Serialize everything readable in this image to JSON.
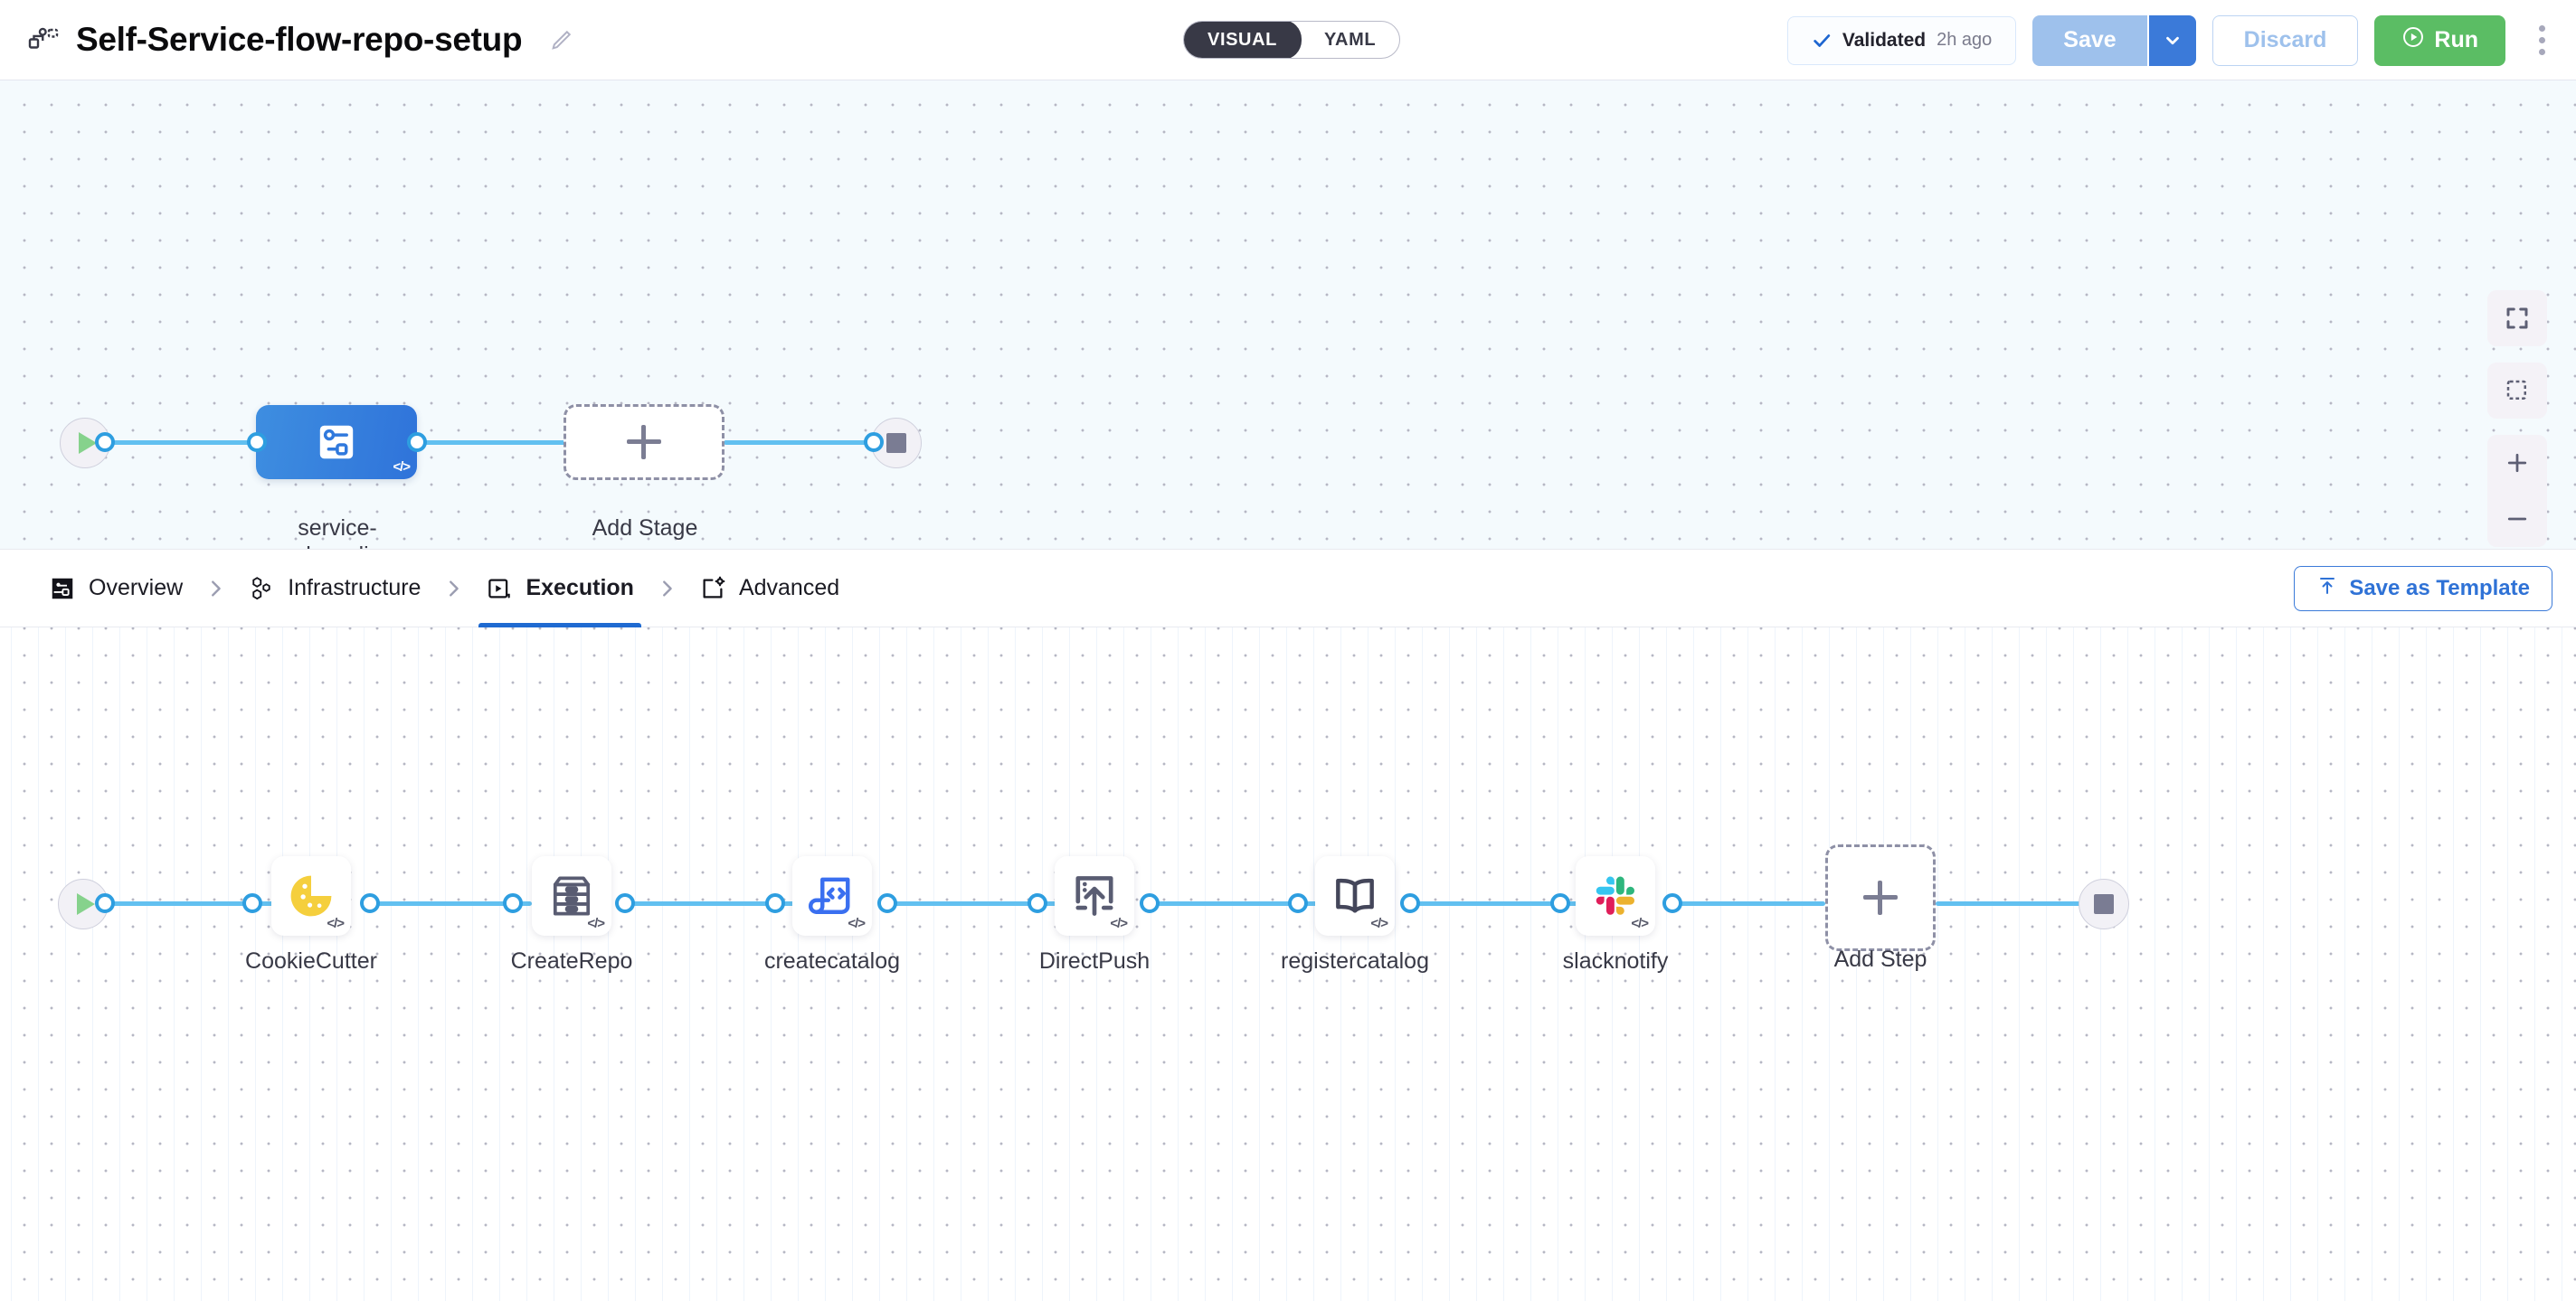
{
  "header": {
    "pipeline_icon": "pipeline-icon",
    "title": "Self-Service-flow-repo-setup",
    "edit_icon": "edit-pencil-icon",
    "mode_toggle": {
      "options": [
        {
          "label": "VISUAL",
          "active": true
        },
        {
          "label": "YAML",
          "active": false
        }
      ]
    },
    "validated": {
      "icon": "check-icon",
      "label": "Validated",
      "time": "2h ago"
    },
    "save_label": "Save",
    "save_caret_icon": "chevron-down-icon",
    "discard_label": "Discard",
    "run_label": "Run",
    "run_icon": "play-circle-icon",
    "more_icon": "kebab-menu-icon"
  },
  "stage_canvas": {
    "start_node": {
      "name": "start-node",
      "icon": "play-icon"
    },
    "stage": {
      "name": "service-onboarding",
      "label": "service-\nonboarding",
      "icon": "stage-flow-icon",
      "code_badge": "</>"
    },
    "add_stage": {
      "label": "Add Stage",
      "icon": "plus-icon"
    },
    "end_node": {
      "name": "end-node",
      "icon": "stop-icon"
    },
    "controls": [
      {
        "name": "fit-to-screen-button",
        "icon": "fullscreen-icon"
      },
      {
        "name": "marquee-select-button",
        "icon": "selection-box-icon"
      },
      {
        "name": "zoom-in-button",
        "icon": "plus-icon"
      },
      {
        "name": "zoom-out-button",
        "icon": "minus-icon"
      }
    ]
  },
  "tabs": {
    "items": [
      {
        "label": "Overview",
        "icon": "overview-flow-icon",
        "active": false
      },
      {
        "label": "Infrastructure",
        "icon": "hexagons-icon",
        "active": false
      },
      {
        "label": "Execution",
        "icon": "execution-play-icon",
        "active": true
      },
      {
        "label": "Advanced",
        "icon": "advanced-gear-icon",
        "active": false
      }
    ],
    "separator_icon": "chevron-right-icon",
    "save_as_template": {
      "label": "Save as Template",
      "icon": "upload-template-icon"
    }
  },
  "step_canvas": {
    "start_node": {
      "name": "start-node",
      "icon": "play-icon"
    },
    "end_node": {
      "name": "end-node",
      "icon": "stop-icon"
    },
    "steps": [
      {
        "label": "CookieCutter",
        "icon": "cookie-icon",
        "code_badge": "</>"
      },
      {
        "label": "CreateRepo",
        "icon": "archive-drawer-icon",
        "code_badge": "</>"
      },
      {
        "label": "createcatalog",
        "icon": "code-document-icon",
        "code_badge": "</>"
      },
      {
        "label": "DirectPush",
        "icon": "push-upload-icon",
        "code_badge": "</>"
      },
      {
        "label": "registercatalog",
        "icon": "open-book-icon",
        "code_badge": "</>"
      },
      {
        "label": "slacknotify",
        "icon": "slack-icon",
        "code_badge": "</>"
      }
    ],
    "add_step": {
      "label": "Add Step",
      "icon": "plus-icon"
    }
  },
  "colors": {
    "accent_blue": "#2f73da",
    "link_blue": "#62c0f0",
    "run_green": "#5bbd64",
    "save_blue": "#9ec1ec",
    "toggle_dark": "#383946",
    "canvas_top_bg": "#f4fafd"
  }
}
